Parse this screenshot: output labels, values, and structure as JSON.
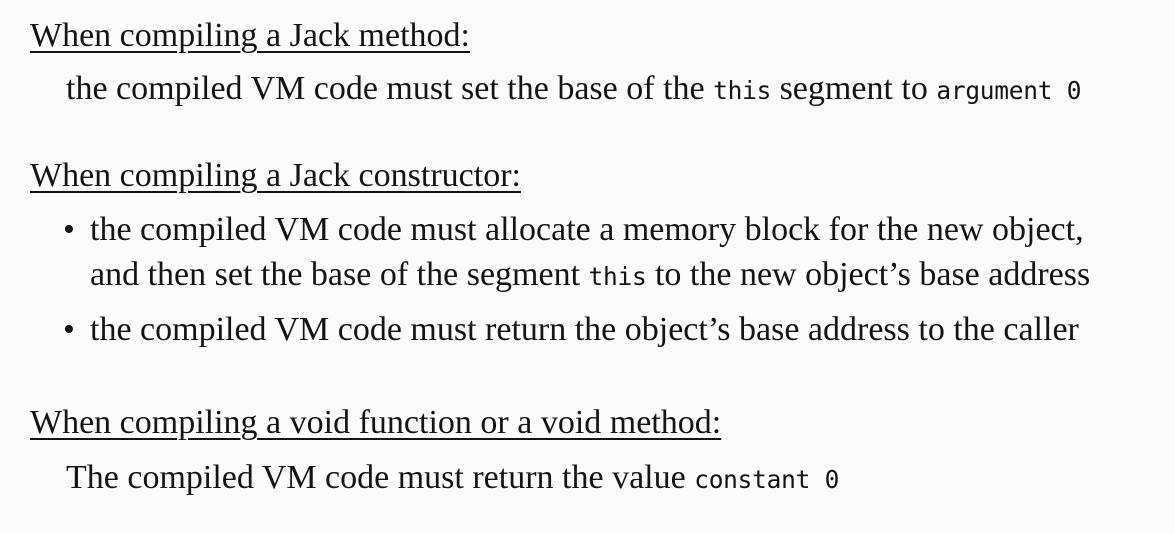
{
  "document": {
    "background": "#fcfcfc",
    "text_color": "#141414",
    "bullet_glyph": "•"
  },
  "sections": {
    "method": {
      "heading": "When compiling a Jack method:",
      "body": {
        "r0": "the compiled VM code must set the base of the ",
        "r1": "this",
        "r2": " segment to ",
        "r3": "argument 0"
      }
    },
    "constructor": {
      "heading": "When compiling a Jack constructor:",
      "bullet1_line1": {
        "r0": "the compiled VM code must allocate a memory block for the new object,"
      },
      "bullet1_line2": {
        "r0": "and then set the base of the segment ",
        "r1": "this",
        "r2": " to the new object’s base address"
      },
      "bullet2": {
        "r0": "the compiled VM code must return the object’s base address to the caller"
      }
    },
    "void_fn": {
      "heading": "When compiling a void function or a void method:",
      "body": {
        "r0": "The compiled VM code must return the value ",
        "r1": "constant 0"
      }
    }
  }
}
